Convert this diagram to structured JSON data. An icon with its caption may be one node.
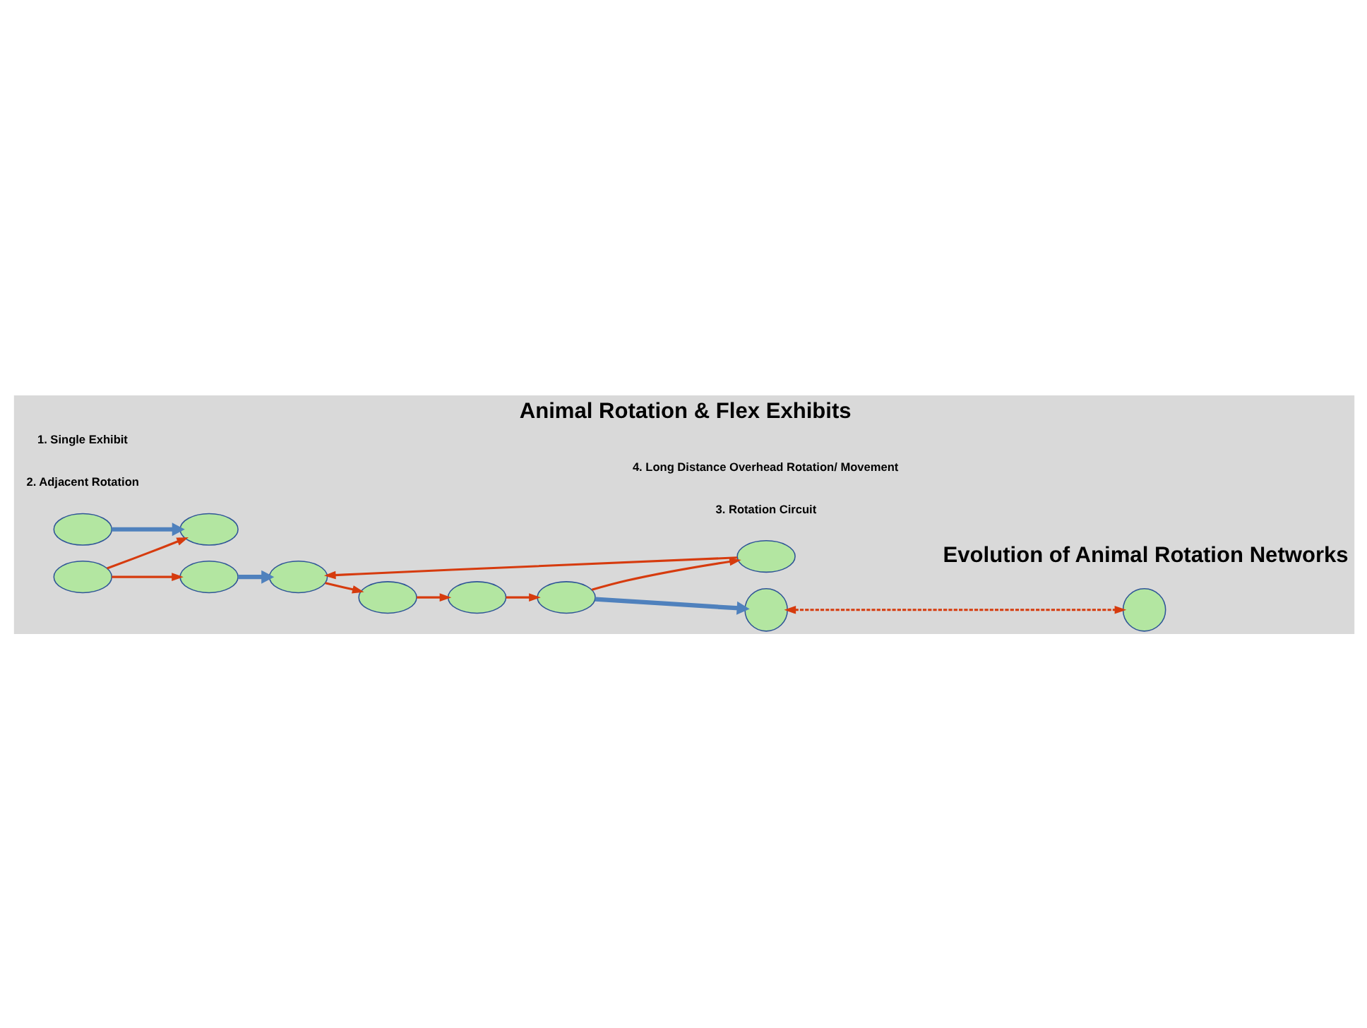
{
  "diagram": {
    "title": "Animal Rotation & Flex Exhibits",
    "nodes": [
      {
        "text": [],
        "shape": "ellipse"
      },
      {
        "text": [],
        "shape": "ellipse"
      },
      {
        "text": [],
        "shape": "ellipse"
      },
      {
        "text": [],
        "shape": "ellipse"
      },
      {
        "text": [],
        "shape": "ellipse"
      },
      {
        "text": [],
        "shape": "ellipse"
      },
      {
        "text": [],
        "shape": "ellipse"
      },
      {
        "text": [],
        "shape": "ellipse"
      },
      {
        "text": [],
        "shape": "ellipse"
      },
      {
        "text": [],
        "shape": "circle"
      },
      {
        "text": [],
        "shape": "circle"
      }
    ],
    "edges": [
      {
        "from": 0,
        "to": 2,
        "arrow": "to",
        "style": "thick",
        "color": "#4f81bd"
      },
      {
        "from": 1,
        "to": 2,
        "arrow": "to"
      },
      {
        "from": 1,
        "to": 3,
        "arrow": "to"
      },
      {
        "from": 3,
        "to": 8,
        "arrow": "to",
        "style": "thick",
        "color": "#4f81bd"
      },
      {
        "from": 8,
        "to": 4,
        "arrow": "to"
      },
      {
        "from": 4,
        "to": 5,
        "arrow": "to"
      },
      {
        "from": 5,
        "to": 6,
        "arrow": "to"
      },
      {
        "from": 6,
        "to": 7,
        "arrow": "to"
      },
      {
        "from": 7,
        "to": 8,
        "arrow": "to"
      },
      {
        "from": 6,
        "to": 9,
        "arrow": "to",
        "style": "thick",
        "color": "#4f81bd"
      },
      {
        "from": 9,
        "to": 10,
        "arrow": "both",
        "style": "dashed"
      }
    ],
    "labels": [
      "2. Adjacent Rotation",
      "1. Single Exhibit",
      "3. Rotation Circuit",
      "Evolution of Animal Rotation Networks",
      "4. Long Distance Overhead Rotation/ Movement"
    ]
  }
}
